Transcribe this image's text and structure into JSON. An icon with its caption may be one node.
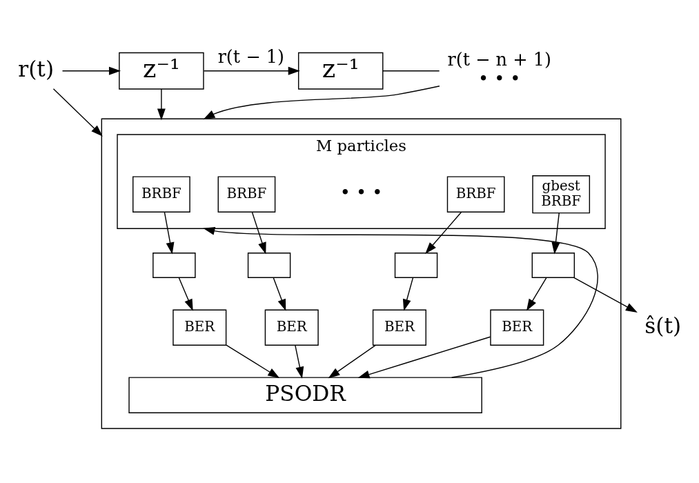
{
  "diagram": {
    "nodes": [
      {
        "text": [
          "r(t)"
        ]
      },
      {
        "text": [
          "z⁻¹"
        ]
      },
      {
        "text": [
          "z⁻¹"
        ]
      },
      {
        "text": [
          "• • •"
        ],
        "beside": [
          "r(t − n + 1)"
        ]
      },
      {
        "text": [],
        "shape": "box"
      },
      {
        "text": [
          "M particles"
        ],
        "in": 4
      },
      {
        "text": [
          "BRBF"
        ],
        "in": 5
      },
      {
        "text": [
          "BRBF"
        ],
        "in": 5
      },
      {
        "text": [
          "BRBF"
        ],
        "in": 5
      },
      {
        "text": [
          "gbest",
          "BRBF"
        ],
        "in": 5
      },
      {
        "text": [],
        "shape": "box",
        "in": 4
      },
      {
        "text": [],
        "shape": "box",
        "in": 4
      },
      {
        "text": [],
        "shape": "box",
        "in": 4
      },
      {
        "text": [],
        "shape": "box",
        "in": 4
      },
      {
        "text": [
          "BER"
        ],
        "in": 4
      },
      {
        "text": [
          "BER"
        ],
        "in": 4
      },
      {
        "text": [
          "BER"
        ],
        "in": 4
      },
      {
        "text": [
          "BER"
        ],
        "in": 4
      },
      {
        "text": [
          "PSODR"
        ],
        "in": 4
      },
      {
        "text": [
          "ŝ(t)"
        ]
      }
    ],
    "edges": [
      {
        "from": 0,
        "to": 1,
        "arrow": "to"
      },
      {
        "from": 0,
        "to": 4,
        "arrow": "to"
      },
      {
        "from": 1,
        "to": 2,
        "arrow": "to",
        "label": "r(t − 1)"
      },
      {
        "from": 1,
        "to": 4,
        "arrow": "to"
      },
      {
        "from": 2,
        "to": 3,
        "arrow": "none"
      },
      {
        "from": 3,
        "to": 4,
        "arrow": "to"
      },
      {
        "from": 6,
        "to": 10,
        "arrow": "to"
      },
      {
        "from": 7,
        "to": 11,
        "arrow": "to"
      },
      {
        "from": 8,
        "to": 12,
        "arrow": "to"
      },
      {
        "from": 9,
        "to": 13,
        "arrow": "to"
      },
      {
        "from": 10,
        "to": 14,
        "arrow": "to"
      },
      {
        "from": 11,
        "to": 15,
        "arrow": "to"
      },
      {
        "from": 12,
        "to": 16,
        "arrow": "to"
      },
      {
        "from": 13,
        "to": 17,
        "arrow": "to"
      },
      {
        "from": 13,
        "to": 19,
        "arrow": "to"
      },
      {
        "from": 14,
        "to": 18,
        "arrow": "to"
      },
      {
        "from": 15,
        "to": 18,
        "arrow": "to"
      },
      {
        "from": 16,
        "to": 18,
        "arrow": "to"
      },
      {
        "from": 17,
        "to": 18,
        "arrow": "to"
      },
      {
        "from": 18,
        "to": 5,
        "arrow": "to"
      }
    ],
    "labels": [
      "• • •"
    ]
  }
}
